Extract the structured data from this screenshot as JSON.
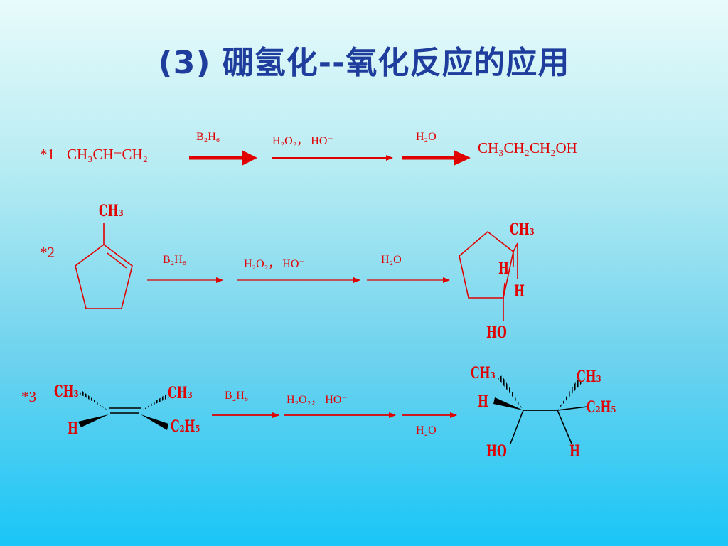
{
  "slide": {
    "title": "(3)  硼氢化--氧化反应的应用"
  },
  "reactions": [
    {
      "label": "*1",
      "reactant_text": "CH₃CH=CH₂",
      "reagents": [
        "B₂H₆",
        "H₂O₂，  HO⁻",
        "H₂O"
      ],
      "product_text": "CH₃CH₂CH₂OH"
    },
    {
      "label": "*2",
      "reactant_groups": [
        "CH₃"
      ],
      "reagents": [
        "B₂H₆",
        "H₂O₂，  HO⁻",
        "H₂O"
      ],
      "product_groups": [
        "CH₃",
        "H",
        "H",
        "HO"
      ]
    },
    {
      "label": "*3",
      "reactant_groups": [
        "CH₃",
        "CH₃",
        "H",
        "C₂H₅"
      ],
      "reagents": [
        "B₂H₆",
        "H₂O₂，  HO⁻",
        "H₂O"
      ],
      "product_groups": [
        "CH₃",
        "H",
        "HO",
        "CH₃",
        "C₂H₅",
        "H"
      ]
    }
  ],
  "colors": {
    "title": "#1f3d9c",
    "chemistry": "#e00000"
  }
}
